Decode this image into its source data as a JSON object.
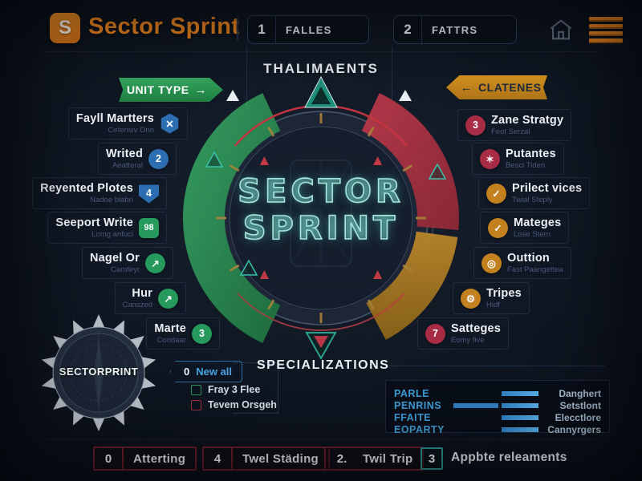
{
  "theme": {
    "accent_orange": "#e8831f",
    "green": "#2e9155",
    "red": "#a83242",
    "gold": "#a87a22",
    "blue": "#3f9fd8",
    "neon_teal": "#a6e4dc",
    "badge_blue": "#2d6db2",
    "badge_green": "#26995c",
    "badge_red": "#a92c45",
    "badge_orange": "#c2801f",
    "footer_red": "#6e1f2e",
    "footer_teal": "#2f9a94"
  },
  "icons": {
    "logo_glyph": "S",
    "home": "home-icon",
    "menu": "hamburger-icon",
    "banner_left_arrow": "→",
    "banner_right_arrow": "←"
  },
  "header": {
    "title": "Sector Sprint",
    "stat1": {
      "num": "1",
      "label": "FALLES"
    },
    "stat2": {
      "num": "2",
      "label": "FATTRS"
    }
  },
  "banners": {
    "left": "UNIT TYPE",
    "right": "CLATENES"
  },
  "center": {
    "top_label": "THALIMAENTS",
    "title_line1": "SECTOR",
    "title_line2": "SPRINT",
    "bottom_label": "SPECIALIZATIONS"
  },
  "left_items": [
    {
      "label": "Fayll Martters",
      "sub": "Cetensiv Onn",
      "badge": "✕"
    },
    {
      "label": "Writed",
      "sub": "Aeatteral",
      "badge": "2"
    },
    {
      "label": "Reyented Plotes",
      "sub": "Nadoe blabri",
      "badge": "4"
    },
    {
      "label": "Seeport Write",
      "sub": "Lomg anfuci",
      "badge": "98"
    },
    {
      "label": "Nagel Or",
      "sub": "Camfeyr",
      "badge": "↗"
    },
    {
      "label": "Hur",
      "sub": "Canszed",
      "badge": "↗"
    },
    {
      "label": "Marte",
      "sub": "Condaar",
      "badge": "3"
    }
  ],
  "right_items": [
    {
      "label": "Zane Stratgy",
      "sub": "Feot Serzal",
      "badge": "3"
    },
    {
      "label": "Putantes",
      "sub": "Besci Tiden",
      "badge": "✶"
    },
    {
      "label": "Prilect vices",
      "sub": "Twial Steply",
      "badge": "✓"
    },
    {
      "label": "Mateges",
      "sub": "Lose Stern",
      "badge": "✓"
    },
    {
      "label": "Outtion",
      "sub": "Fast Paangettea",
      "badge": "◎"
    },
    {
      "label": "Tripes",
      "sub": "Hidf",
      "badge": "⚙"
    },
    {
      "label": "Satteges",
      "sub": "Eomy five",
      "badge": "7"
    }
  ],
  "seal": {
    "label": "SECTORPRINT"
  },
  "new_all": {
    "num": "0",
    "label": "New all"
  },
  "legend": [
    {
      "label": "Fray 3 Flee",
      "color": "#2e9155"
    },
    {
      "label": "Tevem Orsgeh",
      "color": "#a03040"
    }
  ],
  "stats_table": {
    "rows": [
      {
        "name": "PARLE",
        "value": "Danghert"
      },
      {
        "name": "PENRINS",
        "value": "Setstlont"
      },
      {
        "name": "FFAITE",
        "value": "Elecctlore"
      },
      {
        "name": "EOPARTY",
        "value": "Cannyrgers"
      }
    ]
  },
  "footer_items": [
    {
      "num": "0",
      "label": "Atterting"
    },
    {
      "num": "4",
      "label": "Twel Städing"
    },
    {
      "num": "2.",
      "label": "Twil Trip"
    },
    {
      "num": "3",
      "label": "Appbte releaments"
    }
  ]
}
